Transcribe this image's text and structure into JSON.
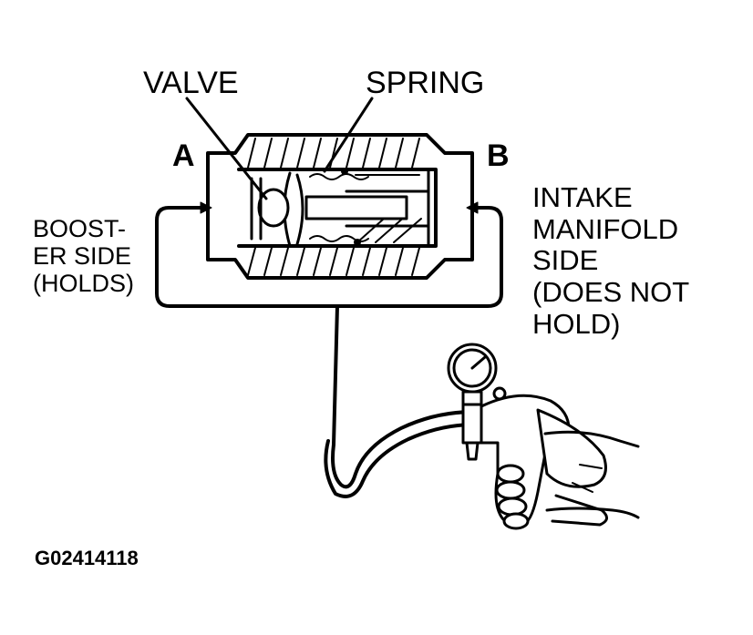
{
  "labels": {
    "valve": "VALVE",
    "spring": "SPRING",
    "port_a": "A",
    "port_b": "B",
    "booster_side": [
      "BOOST-",
      "ER SIDE",
      "(HOLDS)"
    ],
    "intake_side": [
      "INTAKE",
      "MANIFOLD",
      "SIDE",
      "(DOES NOT",
      "HOLD)"
    ],
    "figure_id": "G02414118"
  },
  "colors": {
    "ink": "#000000",
    "paper": "#ffffff"
  }
}
